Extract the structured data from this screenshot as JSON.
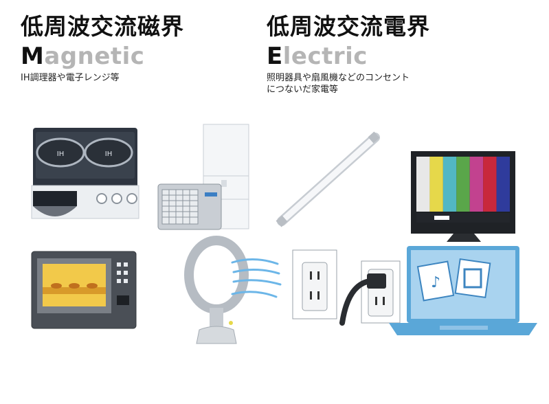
{
  "magnetic": {
    "title_jp": "低周波交流磁界",
    "title_en_initial": "M",
    "title_en_rest": "agnetic",
    "description": "IH調理器や電子レンジ等"
  },
  "electric": {
    "title_jp": "低周波交流電界",
    "title_en_initial": "E",
    "title_en_rest": "lectric",
    "description_lines": [
      "照明器具や扇風機などのコンセント",
      "につないだ家電等"
    ]
  },
  "appliances": {
    "ih_label": "IH",
    "tv_bar_colors": [
      "#e8e8e8",
      "#e6d84a",
      "#52b7c4",
      "#5aa64a",
      "#c2428f",
      "#c8283c",
      "#2f3b9c"
    ]
  }
}
